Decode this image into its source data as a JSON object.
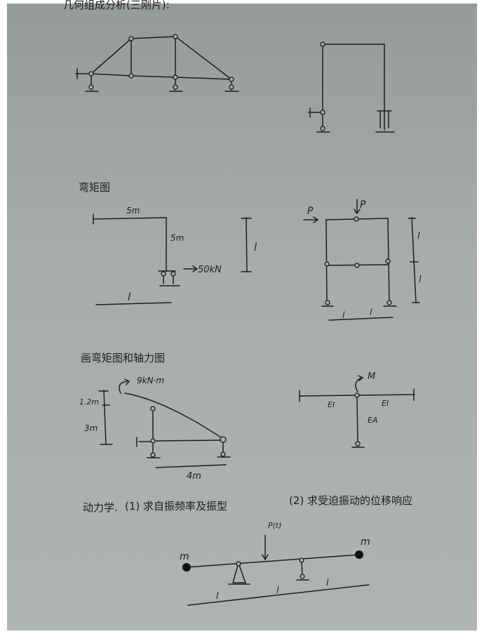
{
  "sections": {
    "geometry_heading": "几何组成分析(三刚片):",
    "moment_heading": "弯矩图",
    "moment_axial_heading": "画弯矩图和轴力图",
    "dynamics_heading": "动力学.",
    "dynamics_q1": "(1) 求自振频率及振型",
    "dynamics_q2": "(2) 求受迫振动的位移响应"
  },
  "frame_a": {
    "beam_len": "5m",
    "col_len": "5m",
    "load": "50kN",
    "dim_h": "l",
    "dim_v": "l"
  },
  "frame_b": {
    "load_h": "P",
    "load_v": "P",
    "dim_v1": "l",
    "dim_v2": "l",
    "dim_h1": "l",
    "dim_h2": "l"
  },
  "frame_c": {
    "moment": "9kN·m",
    "dim_top": "1.2m",
    "dim_bottom": "3m",
    "dim_span": "4m"
  },
  "frame_d": {
    "moment": "M",
    "left_stiffness": "EI",
    "right_stiffness": "EI",
    "col_stiffness": "EA"
  },
  "beam_dyn": {
    "load": "P(t)",
    "mass_left": "m",
    "mass_right": "m",
    "dims": [
      "l",
      "l",
      "l"
    ]
  }
}
